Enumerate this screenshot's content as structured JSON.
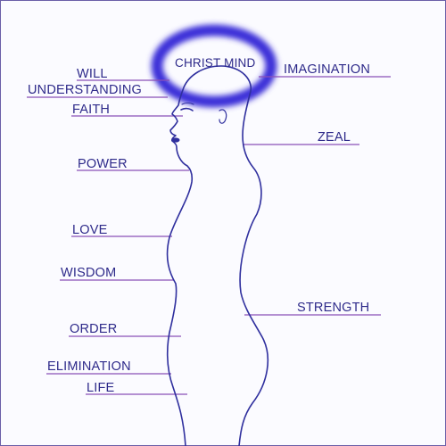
{
  "colors": {
    "text": "#2e2a8a",
    "leader_line": "#8a4fb8",
    "halo": "#3a2fd8",
    "body_outline": "#2f2f9e",
    "frame": "#6a5fa8"
  },
  "diagram": {
    "halo_label": "CHRIST MIND",
    "labels_left": [
      {
        "id": "will",
        "text": "WILL"
      },
      {
        "id": "understanding",
        "text": "UNDERSTANDING"
      },
      {
        "id": "faith",
        "text": "FAITH"
      },
      {
        "id": "power",
        "text": "POWER"
      },
      {
        "id": "love",
        "text": "LOVE"
      },
      {
        "id": "wisdom",
        "text": "WISDOM"
      },
      {
        "id": "order",
        "text": "ORDER"
      },
      {
        "id": "elimination",
        "text": "ELIMINATION"
      },
      {
        "id": "life",
        "text": "LIFE"
      }
    ],
    "labels_right": [
      {
        "id": "imagination",
        "text": "IMAGINATION"
      },
      {
        "id": "zeal",
        "text": "ZEAL"
      },
      {
        "id": "strength",
        "text": "STRENGTH"
      }
    ]
  }
}
